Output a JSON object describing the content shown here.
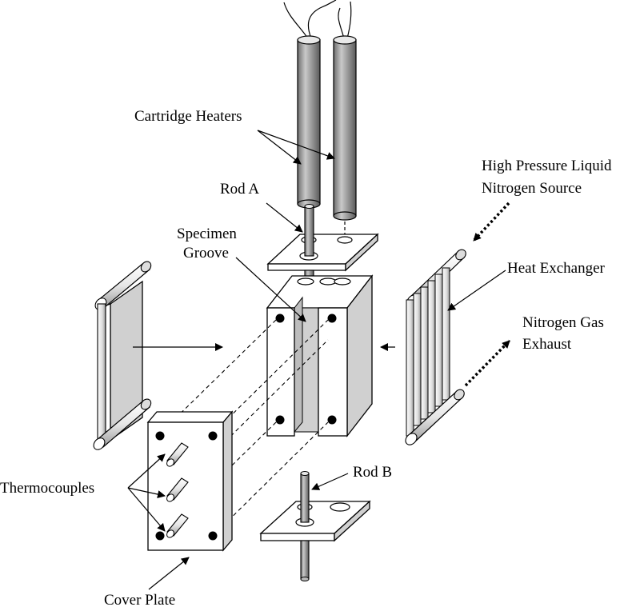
{
  "labels": {
    "cartridge_heaters": "Cartridge Heaters",
    "rod_a": "Rod A",
    "specimen_groove_line1": "Specimen",
    "specimen_groove_line2": "Groove",
    "hp_ln2_line1": "High Pressure Liquid",
    "hp_ln2_line2": "Nitrogen Source",
    "heat_exchanger": "Heat Exchanger",
    "n2_exhaust_line1": "Nitrogen Gas",
    "n2_exhaust_line2": "Exhaust",
    "thermocouples": "Thermocouples",
    "rod_b": "Rod B",
    "cover_plate": "Cover Plate"
  },
  "colors": {
    "line": "#000000",
    "face_light": "#ffffff",
    "face_shade": "#d0d0d0",
    "rod_fill": "#9a9a9a"
  }
}
